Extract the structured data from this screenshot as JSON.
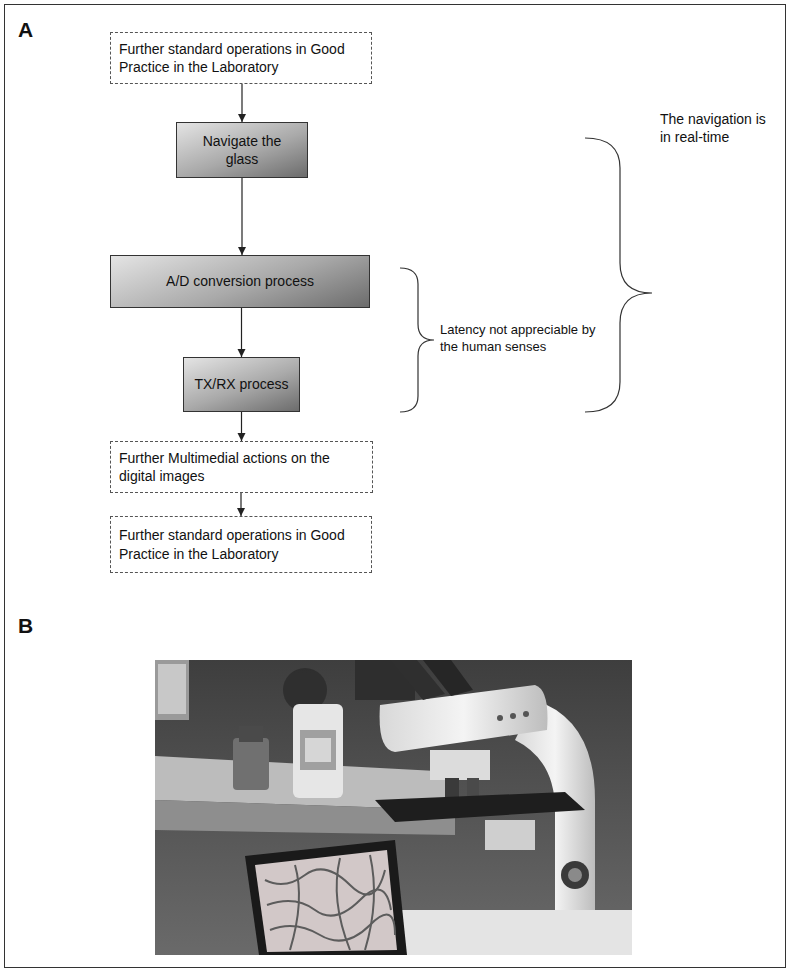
{
  "diagram": {
    "nodes": [
      {
        "text": [
          "Further standard operations in Good Practice in the Laboratory"
        ]
      },
      {
        "text": [
          "Navigate the glass"
        ]
      },
      {
        "text": [
          "A/D conversion process"
        ]
      },
      {
        "text": [
          "TX/RX process"
        ]
      },
      {
        "text": [
          "Further Multimedial actions on the digital images"
        ]
      },
      {
        "text": [
          "Further standard operations in Good Practice in the Laboratory"
        ]
      }
    ],
    "edges": [
      {
        "from": 0,
        "to": 1,
        "arrow": "to"
      },
      {
        "from": 1,
        "to": 2,
        "arrow": "to"
      },
      {
        "from": 2,
        "to": 3,
        "arrow": "to"
      },
      {
        "from": 3,
        "to": 4,
        "arrow": "to"
      },
      {
        "from": 4,
        "to": 5,
        "arrow": "to"
      }
    ],
    "labels": [
      "A",
      "The navigation is in real-time",
      "Latency not appreciable by the human senses",
      "B"
    ]
  }
}
